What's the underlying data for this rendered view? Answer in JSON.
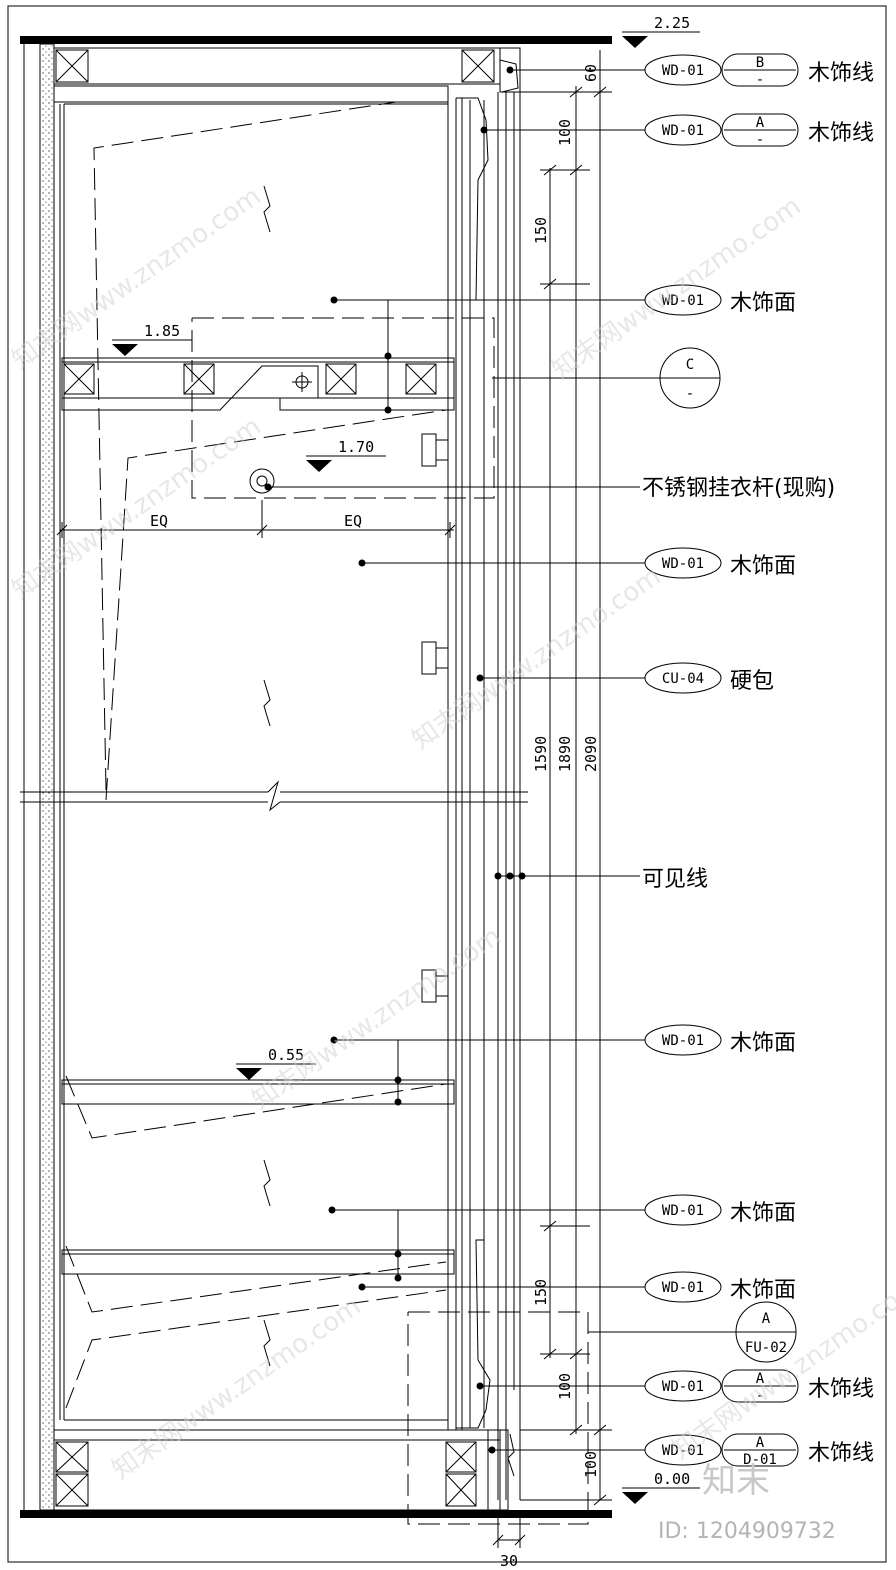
{
  "elevations": [
    {
      "value": "2.25"
    },
    {
      "value": "1.85"
    },
    {
      "value": "1.70"
    },
    {
      "value": "0.55"
    },
    {
      "value": "0.00"
    }
  ],
  "dimensions": {
    "top_60": "60",
    "top_100": "100",
    "top_150": "150",
    "d_1590": "1590",
    "d_1890": "1890",
    "d_2090": "2090",
    "bot_150": "150",
    "bot_100a": "100",
    "bot_100b": "100",
    "bot_30": "30",
    "eq_left": "EQ",
    "eq_right": "EQ"
  },
  "callouts": [
    {
      "code": "WD-01",
      "text": "木饰线",
      "ref_top": "B",
      "ref_bottom": "-"
    },
    {
      "code": "WD-01",
      "text": "木饰线",
      "ref_top": "A",
      "ref_bottom": "-"
    },
    {
      "code": "WD-01",
      "text": "木饰面"
    },
    {
      "text": "不锈钢挂衣杆(现购)"
    },
    {
      "code": "WD-01",
      "text": "木饰面"
    },
    {
      "code": "CU-04",
      "text": "硬包"
    },
    {
      "text": "可见线"
    },
    {
      "code": "WD-01",
      "text": "木饰面"
    },
    {
      "code": "WD-01",
      "text": "木饰面"
    },
    {
      "code": "WD-01",
      "text": "木饰面"
    },
    {
      "code": "WD-01",
      "text": "木饰线",
      "ref_top": "A",
      "ref_bottom": "-"
    },
    {
      "code": "WD-01",
      "text": "木饰线",
      "ref_top": "A",
      "ref_bottom": "D-01"
    }
  ],
  "detail_c": {
    "top": "C",
    "bottom": "-"
  },
  "detail_a": {
    "top": "A",
    "bottom": "FU-02"
  },
  "watermark": {
    "brand": "知末",
    "site": "知末网www.znzmo.com",
    "id": "ID: 1204909732"
  }
}
